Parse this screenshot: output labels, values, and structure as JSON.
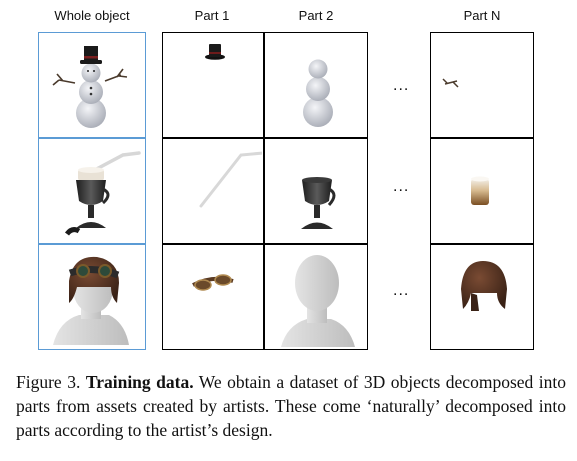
{
  "column_headers": {
    "whole": "Whole object",
    "part1": "Part 1",
    "part2": "Part 2",
    "partn": "Part N"
  },
  "ellipsis": "...",
  "rows": [
    {
      "whole": "snowman",
      "part1": "top-hat",
      "part2": "snowman-body",
      "partn": "twig-arm"
    },
    {
      "whole": "drink-cup-with-straw",
      "part1": "straw",
      "part2": "goblet-stand",
      "partn": "latte-glass"
    },
    {
      "whole": "mannequin-with-aviator-cap",
      "part1": "goggles",
      "part2": "mannequin-head",
      "partn": "aviator-cap"
    }
  ],
  "caption": {
    "figure_label": "Figure 3.",
    "title": "Training data.",
    "body": "We obtain a dataset of 3D objects decomposed into parts from assets created by artists. These come ‘naturally’ decomposed into parts according to the artist’s design."
  },
  "colors": {
    "whole_border": "#5b9bd5",
    "grid_border": "#000000"
  }
}
